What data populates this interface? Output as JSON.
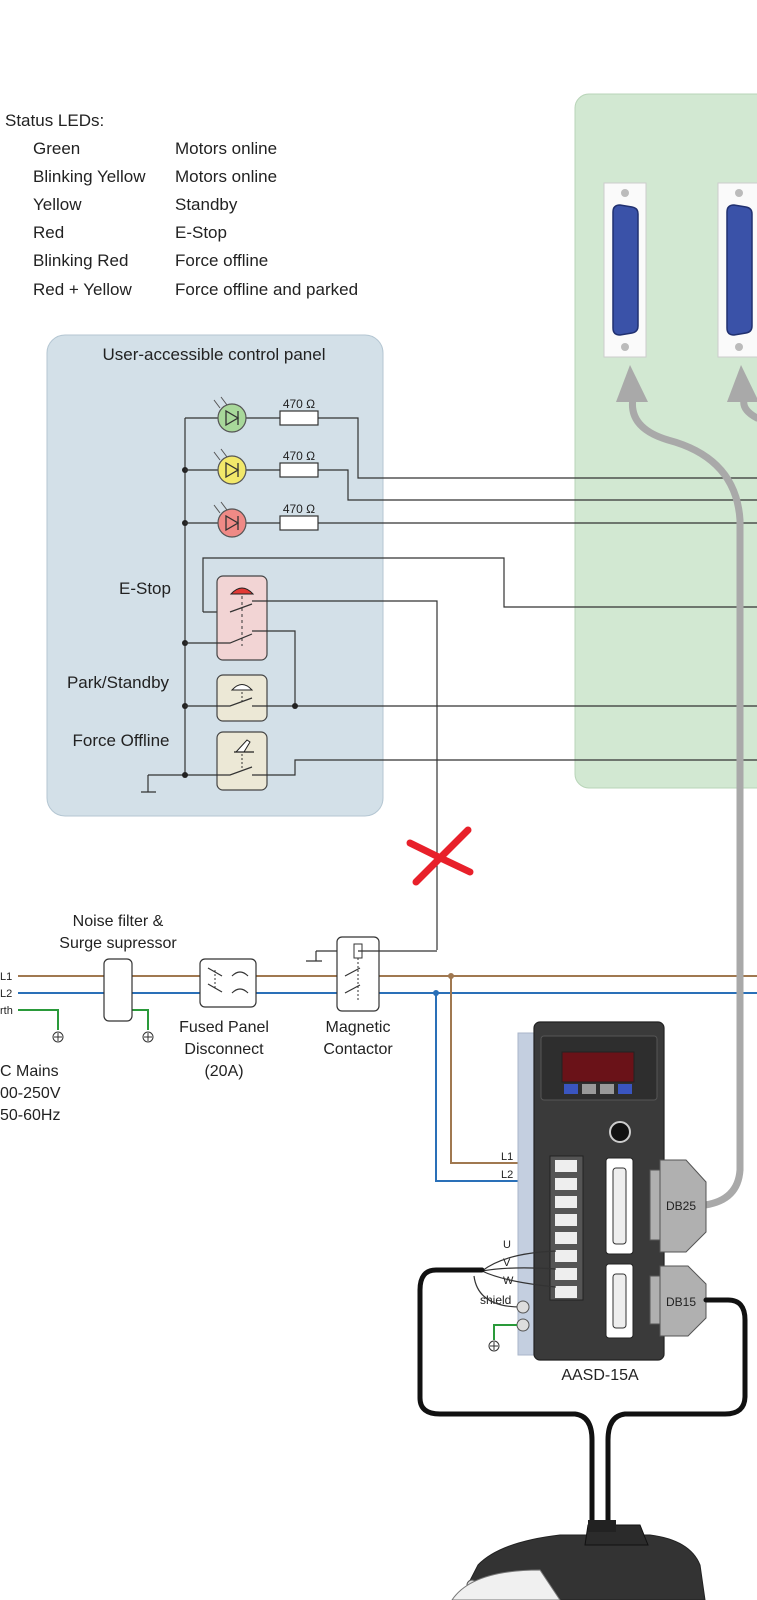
{
  "legend": {
    "title": "Status LEDs:",
    "rows": [
      {
        "color": "Green",
        "meaning": "Motors online"
      },
      {
        "color": "Blinking Yellow",
        "meaning": "Motors online"
      },
      {
        "color": "Yellow",
        "meaning": "Standby"
      },
      {
        "color": "Red",
        "meaning": "E-Stop"
      },
      {
        "color": "Blinking Red",
        "meaning": "Force offline"
      },
      {
        "color": "Red + Yellow",
        "meaning": "Force offline and parked"
      }
    ]
  },
  "panel": {
    "title": "User-accessible control panel",
    "resistor_label": "470 Ω",
    "estop": "E-Stop",
    "park": "Park/Standby",
    "force": "Force Offline"
  },
  "mains": {
    "l1": "L1",
    "l2": "L2",
    "earth": "rth",
    "ac1": "C Mains",
    "ac2": "00-250V",
    "ac3": "50-60Hz"
  },
  "components": {
    "noise1": "Noise filter &",
    "noise2": "Surge supressor",
    "fused1": "Fused Panel",
    "fused2": "Disconnect",
    "fused3": "(20A)",
    "mag1": "Magnetic",
    "mag2": "Contactor"
  },
  "drive": {
    "name": "AASD-15A",
    "l1": "L1",
    "l2": "L2",
    "u": "U",
    "v": "V",
    "w": "W",
    "shield": "shield",
    "db25": "DB25",
    "db15": "DB15"
  },
  "colors": {
    "panel_bg": "#d3e0e8",
    "controller_bg": "#d2e8d2",
    "wire_l1": "#a07850",
    "wire_l2": "#2a70b8",
    "wire_earth": "#2a9a3a",
    "led_green": "#a8d89a",
    "led_yellow": "#f2e86a",
    "led_red": "#ef8a86",
    "cross": "#e8202a"
  }
}
